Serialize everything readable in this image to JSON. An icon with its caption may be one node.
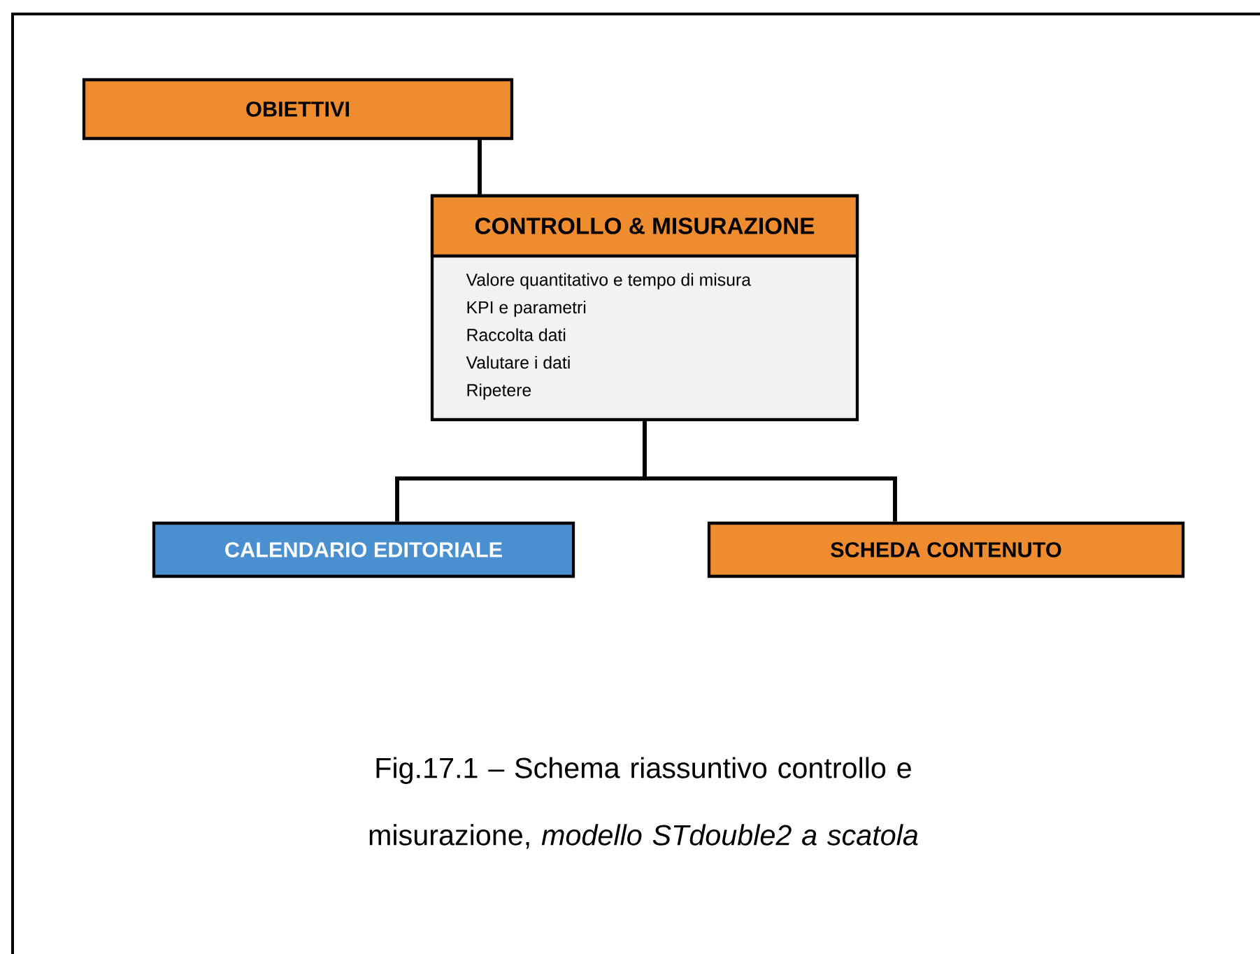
{
  "diagram": {
    "caption": "Fig.17.1 – Schema riassuntivo controllo e misurazione, *modello STdouble2 a scatola*",
    "nodes": [
      {
        "text": [
          "OBIETTIVI"
        ]
      },
      {
        "text": [
          "CONTROLLO & MISURAZIONE",
          "Valore quantitativo e tempo di misura",
          "KPI e parametri",
          "Raccolta dati",
          "Valutare i dati",
          "Ripetere"
        ]
      },
      {
        "text": [
          "CALENDARIO EDITORIALE"
        ]
      },
      {
        "text": [
          "SCHEDA CONTENUTO"
        ]
      }
    ],
    "edges": [
      {
        "from": 0,
        "to": 1,
        "arrow": "none"
      },
      {
        "from": 1,
        "to": 2,
        "arrow": "none"
      },
      {
        "from": 1,
        "to": 3,
        "arrow": "none"
      }
    ]
  }
}
